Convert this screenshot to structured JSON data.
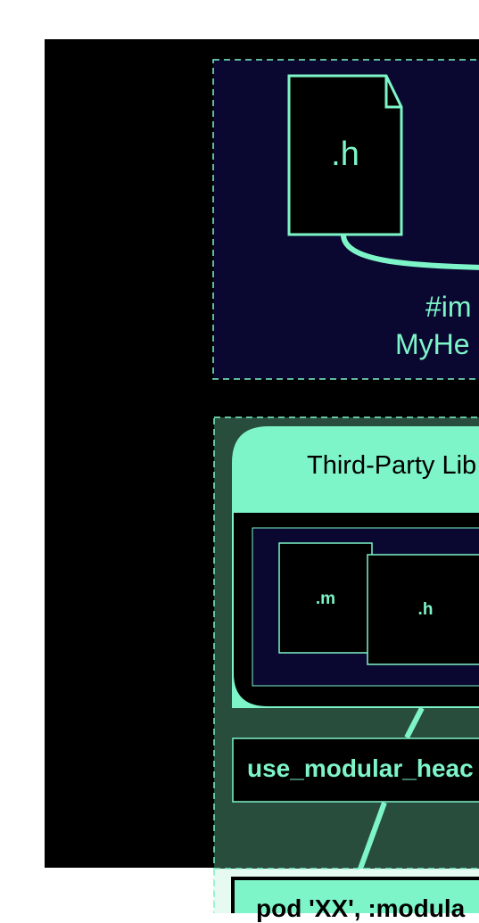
{
  "diagram": {
    "colors": {
      "background": "#000000",
      "page": "#ffffff",
      "app_panel": "#0a0830",
      "library_panel": "#284d3c",
      "accent": "#7ef5c8",
      "file_fill": "#000000"
    },
    "app_panel": {
      "file_icon_label": ".h",
      "import_line1": "#im",
      "import_line2": "MyHe"
    },
    "library": {
      "header": "Third-Party Lib",
      "files": [
        ".m",
        ".h"
      ]
    },
    "modular_headers_box": "use_modular_heac",
    "pod_box": "pod 'XX', :modula"
  }
}
